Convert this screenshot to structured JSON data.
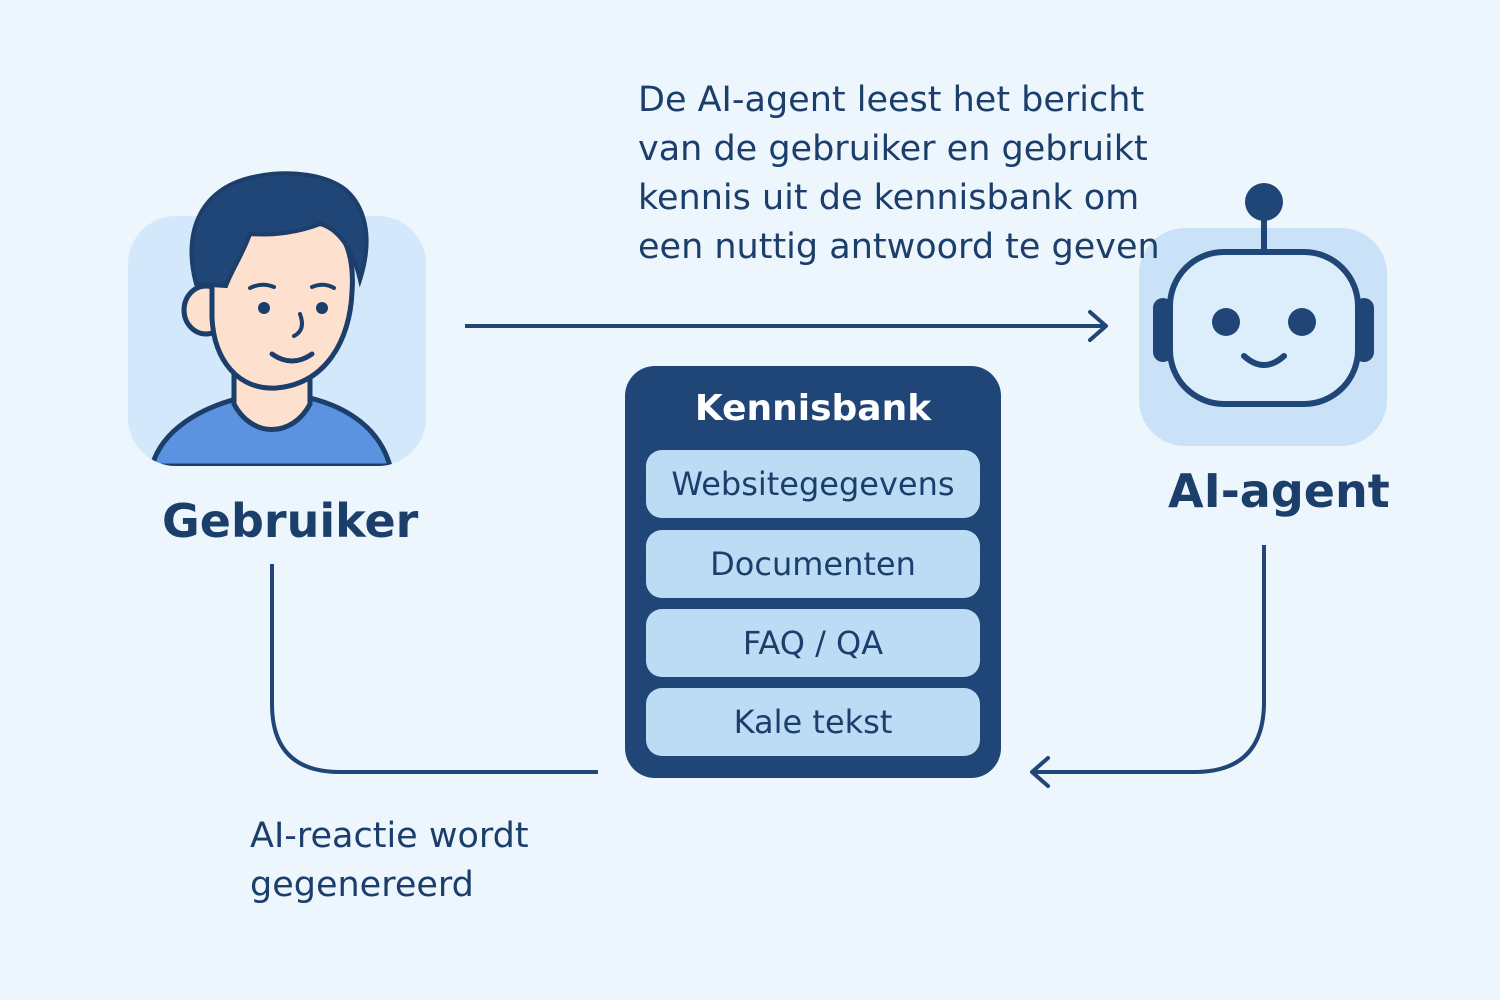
{
  "description_lines": [
    "De AI-agent leest het bericht",
    "van de gebruiker en gebruikt",
    "kennis uit de kennisbank om",
    "een nuttig antwoord te geven"
  ],
  "user": {
    "label": "Gebruiker"
  },
  "agent": {
    "label": "AI-agent"
  },
  "knowledge_base": {
    "title": "Kennisbank",
    "items": [
      "Websitegegevens",
      "Documenten",
      "FAQ / QA",
      "Kale tekst"
    ]
  },
  "response_note_lines": [
    "AI-reactie wordt",
    "gegenereerd"
  ],
  "colors": {
    "background": "#eef6fd",
    "primary": "#1f4677",
    "text": "#1c3e6b",
    "light_box": "#bcdcf6",
    "avatar_bg": "#d3e8fb",
    "skin": "#fde0cd",
    "shirt": "#5b93e0"
  },
  "icons": [
    "user-avatar-icon",
    "robot-icon",
    "arrow-right-icon",
    "arrow-left-icon"
  ]
}
